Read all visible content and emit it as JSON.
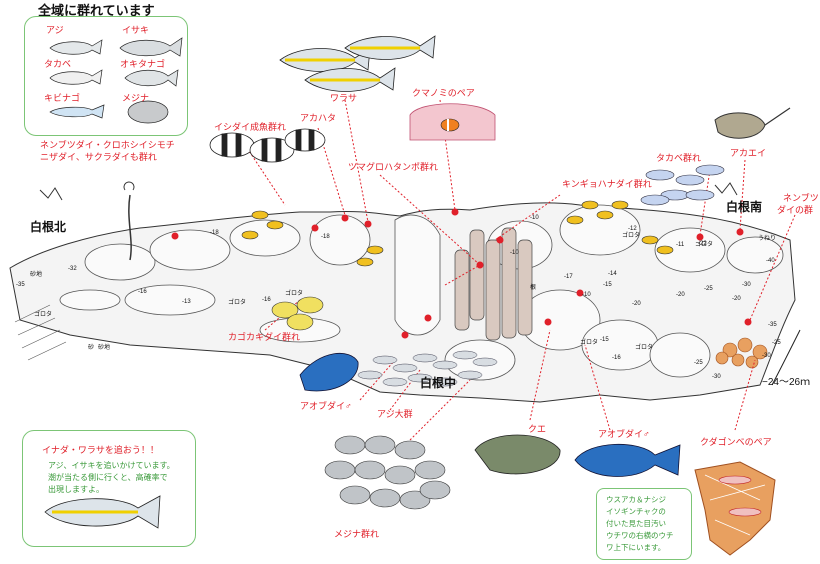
{
  "title": "全域に群れています",
  "legend": {
    "items": [
      "アジ",
      "イサキ",
      "タカベ",
      "オキタナゴ",
      "キビナゴ",
      "メジナ"
    ],
    "note_line1": "ネンブツダイ・クロホシイシモチ",
    "note_line2": "ニザダイ、サクラダイも群れ"
  },
  "sites": {
    "north": "白根北",
    "south": "白根南",
    "middle": "白根中"
  },
  "labels": {
    "warasa": "ワラサ",
    "ishidai": "イシダイ成魚群れ",
    "akahata": "アカハタ",
    "kumanomi": "クマノミのペア",
    "tsumaguro": "ツマグロハタンポ群れ",
    "kingyo": "キンギョハナダイ群れ",
    "takabe_school": "タカベ群れ",
    "akaei": "アカエイ",
    "nenbutsu_line1": "ネンブツ",
    "nenbutsu_line2": "ダイの群",
    "kagokakidai": "カゴカキダイ群れ",
    "aobudai_left": "アオブダイ♂",
    "aji_school": "アジ大群",
    "kue": "クエ",
    "aobudai_right": "アオブダイ♂",
    "kudagonbe": "クダゴンベのペア",
    "mejina_school": "メジナ群れ",
    "depth_range": "−24〜26ｍ"
  },
  "depths": [
    "-35",
    "-32",
    "-16",
    "-18",
    "-13",
    "-16",
    "-18",
    "-10",
    "-10",
    "-17",
    "-14",
    "-15",
    "-10",
    "-12",
    "-11",
    "-20",
    "-25",
    "-20",
    "-30",
    "-22",
    "-40",
    "-35",
    "-25",
    "-30",
    "-30",
    "-25",
    "-16",
    "-15",
    "-20"
  ],
  "rock_words": [
    "砂地",
    "ゴロタ",
    "ゴロタ",
    "ゴロタ",
    "ゴロタ",
    "ゴロタ",
    "ゴロタ",
    "ゴロタ",
    "砂",
    "砂地",
    "うねり",
    "根"
  ],
  "tip": {
    "heading": "イナダ・ワラサを追おう！！",
    "line1": "アジ、イサキを追いかけています。",
    "line2": "潮が当たる側に行くと、高確率で",
    "line3": "出現しますよ。"
  },
  "note": {
    "line1": "ウスアカ＆ナシジ",
    "line2": "イソギンチャクの",
    "line3": "付いた見た目汚い",
    "line4": "ウチワの右横のウチ",
    "line5": "ワ上下にいます。"
  },
  "colors": {
    "red": "#e0202a",
    "green": "#3a9a3a",
    "border": "#7cc576",
    "aobudai": "#2a6fc0",
    "kue": "#7a8a6a",
    "fan": "#e8a060"
  }
}
